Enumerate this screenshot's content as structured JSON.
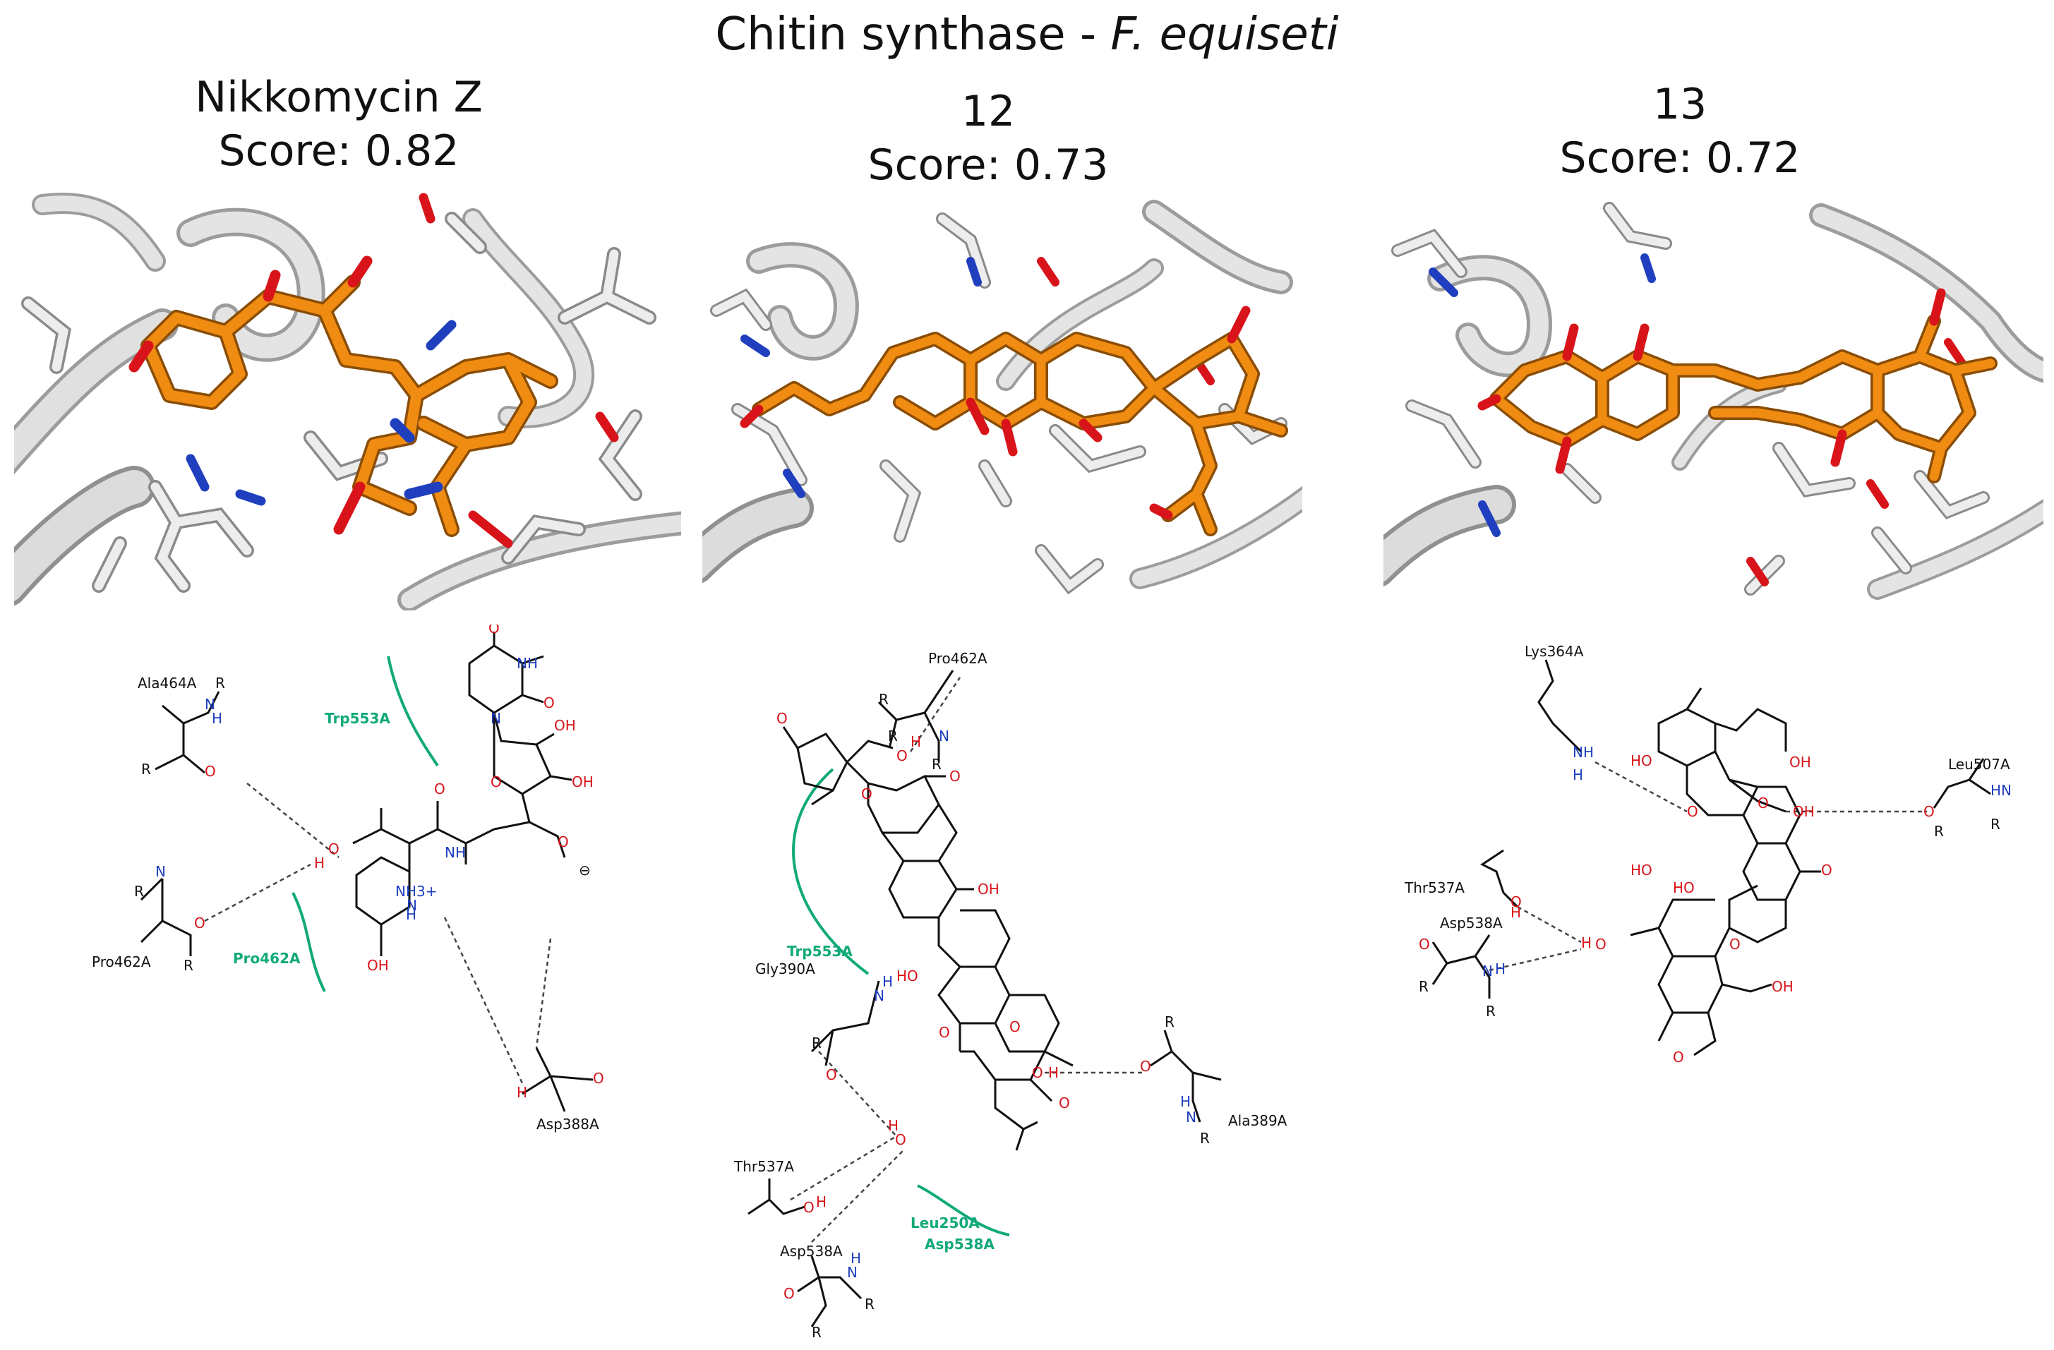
{
  "figure": {
    "title_main": "Chitin synthase - ",
    "title_species": "F. equiseti"
  },
  "panels": [
    {
      "ligand": "Nikkomycin Z",
      "score": "Score: 0.82",
      "residues": {
        "trp553": "Trp553A",
        "ala464": "Ala464A",
        "pro462_contact": "Pro462A",
        "pro462_hbond": "Pro462A",
        "asp388": "Asp388A"
      }
    },
    {
      "ligand": "12",
      "score": "Score: 0.73",
      "residues": {
        "pro462": "Pro462A",
        "trp553": "Trp553A",
        "gly390": "Gly390A",
        "thr537": "Thr537A",
        "asp538_hbond": "Asp538A",
        "leu250": "Leu250A",
        "asp538_contact": "Asp538A",
        "ala389": "Ala389A"
      }
    },
    {
      "ligand": "13",
      "score": "Score: 0.72",
      "residues": {
        "lys364": "Lys364A",
        "leu507": "Leu507A",
        "thr537": "Thr537A",
        "asp538": "Asp538A"
      }
    }
  ],
  "atoms": {
    "O": "O",
    "OH": "OH",
    "HO": "HO",
    "H": "H",
    "N": "N",
    "NH": "NH",
    "HN": "HN",
    "R": "R",
    "NH3": "NH3+",
    "Ominus": "⊖"
  },
  "colors": {
    "ligand_stick": "#e8860c",
    "oxygen": "#d8141a",
    "nitrogen": "#1f3fbf",
    "protein": "#e2e2e2",
    "contact_residue": "#12a97a",
    "hbond": "#555555"
  }
}
